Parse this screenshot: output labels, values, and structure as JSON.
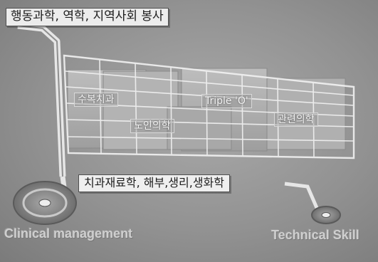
{
  "title": "행동과학, 역학, 지역사회 봉사",
  "cart_items": [
    "수복치과",
    "노인의학",
    "Triple 'O'",
    "관련의학"
  ],
  "base_label": "치과재료학, 해부,생리,생화학",
  "left_caption": "Clinical management",
  "right_caption": "Technical Skill",
  "colors": {
    "background": "#929292",
    "label_fill": "#ececec",
    "outline": "#4f4f4f",
    "wire": "#f2f2f2"
  }
}
